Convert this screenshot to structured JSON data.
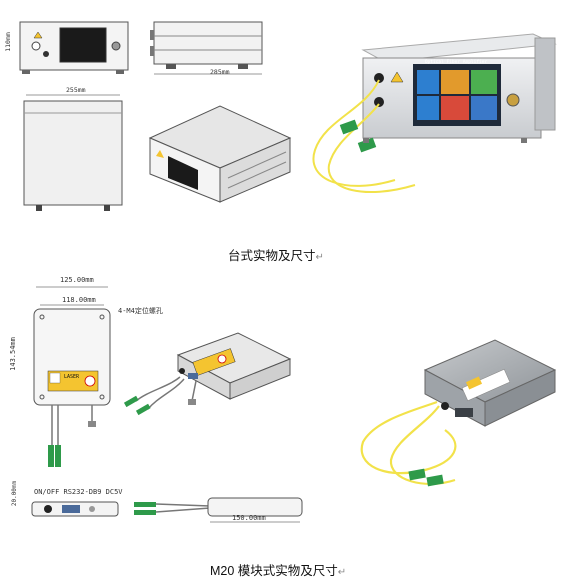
{
  "captions": {
    "desktop": "台式实物及尺寸",
    "module": "M20 模块式实物及尺寸",
    "return_mark": "↵"
  },
  "desktop_drawings": {
    "height_dim": "110mm",
    "width_dim": "285mm",
    "depth_dim": "255mm"
  },
  "device_screen": {
    "title": "Optical Fiber Amplifier"
  },
  "module_drawings": {
    "outer_width": "125.00mm",
    "inner_width": "118.00mm",
    "hole_note": "4-M4定位螺孔",
    "height_dim": "143.54mm",
    "thickness_dim": "20.00mm",
    "cable_length": "150.00mm",
    "connector_note": "ON/OFF RS232-DB9 DC5V",
    "laser_label": "LASER"
  },
  "colors": {
    "fiber_yellow": "#f2e24a",
    "screen_blue": "#3a78c8",
    "connector_green": "#2e9a4a",
    "panel_gray": "#d8dadc"
  }
}
